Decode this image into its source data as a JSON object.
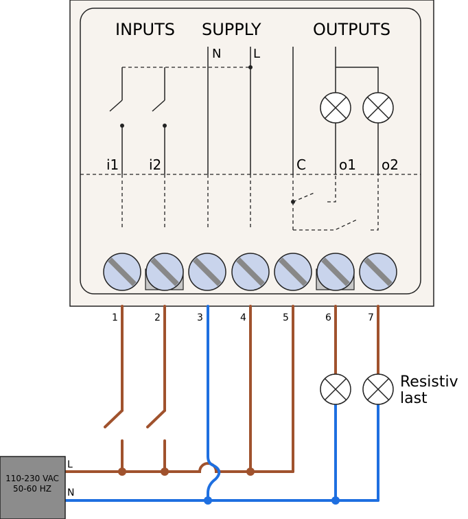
{
  "module": {
    "headers": {
      "inputs": "INPUTS",
      "supply": "SUPPLY",
      "outputs": "OUTPUTS"
    },
    "supply_labels": {
      "n": "N",
      "l": "L"
    },
    "channel_labels": {
      "i1": "i1",
      "i2": "i2",
      "c": "C",
      "o1": "o1",
      "o2": "o2"
    }
  },
  "terminals": [
    "1",
    "2",
    "3",
    "4",
    "5",
    "6",
    "7"
  ],
  "power_source": {
    "line1": "110-230 VAC",
    "line2": "50-60 HZ",
    "l_label": "L",
    "n_label": "N"
  },
  "load": {
    "line1": "Resistiv",
    "line2": "last"
  },
  "colors": {
    "live_wire": "#a0522d",
    "neutral_wire": "#1e6fe0",
    "module_fill": "#f7f3ee",
    "terminal_fill": "#c9d4ec",
    "source_fill": "#8c8c8c"
  }
}
